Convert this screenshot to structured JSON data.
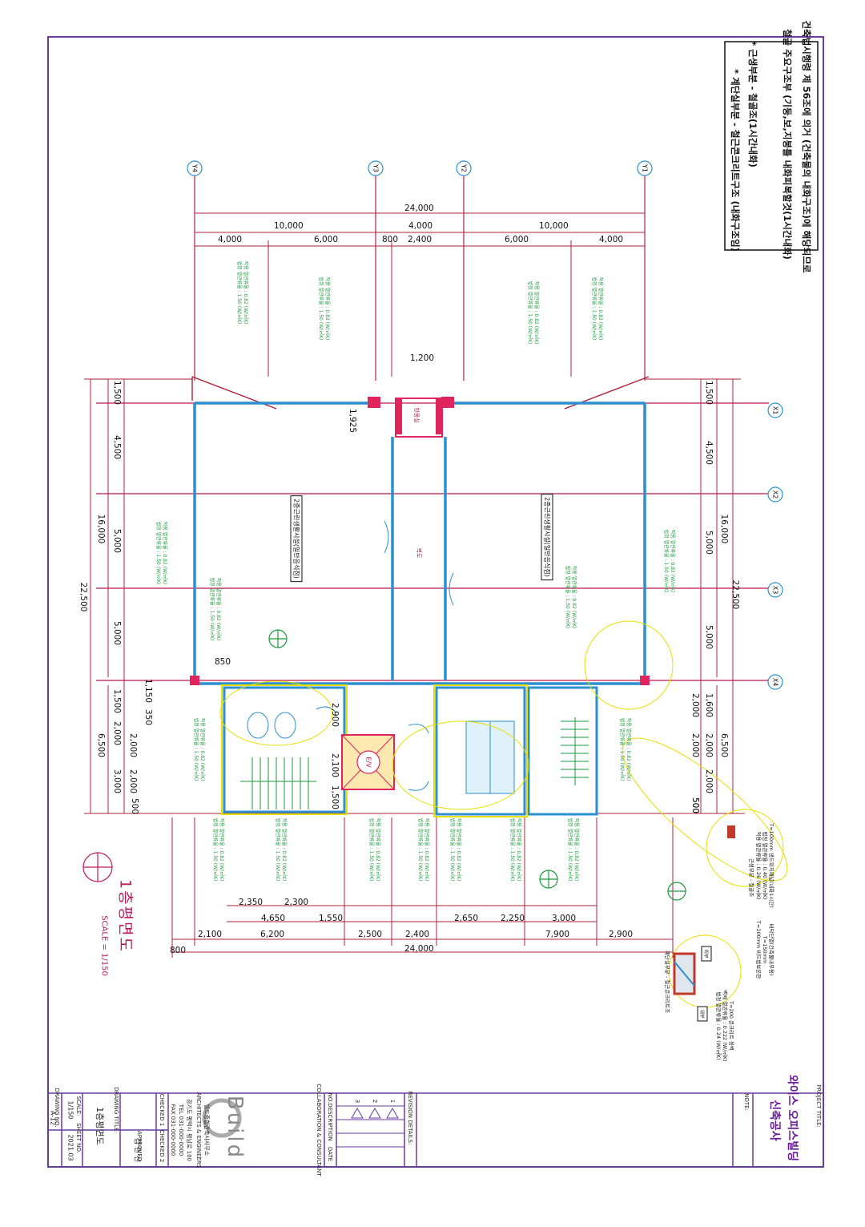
{
  "notes": {
    "line1": "건축법시행령 제 56조에 의거 (건축물의 내화구조)에 해당되므로",
    "line2": "철골 주요구조부 (기둥,보,지붕틀 내화피복할것(1시간내화)",
    "line3": "* 근생부분 - 철골조(1시간내화)",
    "line4": "* 계단실부분 - 철근콘크리트구조 (내화구조임)"
  },
  "grid_labels": {
    "y": [
      "Y1",
      "Y2",
      "Y3",
      "Y4"
    ],
    "x": [
      "X1",
      "X2",
      "X3",
      "X4"
    ]
  },
  "dims_top": {
    "total": "24,000",
    "left_group": "10,000",
    "mid_group": "4,000",
    "right_group": "10,000",
    "segs": [
      "4,000",
      "6,000",
      "800",
      "2,400",
      "6,000",
      "4,000"
    ],
    "door": "1,200"
  },
  "dims_left": {
    "total": "22,500",
    "sub": "16,000",
    "segs": [
      "1,500",
      "4,500",
      "5,000",
      "5,000"
    ],
    "lower": "6,500",
    "lower_segs": [
      "1,500",
      "2,000",
      "3,000"
    ],
    "inner": [
      "1,150",
      "350",
      "2,000",
      "2,000"
    ],
    "small": [
      "1,925",
      "850"
    ]
  },
  "dims_right": {
    "total": "22,500",
    "sub": "16,000",
    "segs": [
      "1,500",
      "4,500",
      "5,000",
      "5,000"
    ],
    "lower": "6,500",
    "lower_segs": [
      "1,600",
      "2,000",
      "2,000"
    ],
    "inner": [
      "2,000",
      "2,000",
      "500"
    ]
  },
  "dims_core": [
    "2,900",
    "2,100",
    "1,500",
    "500",
    "500"
  ],
  "dims_bottom": {
    "total": "24,000",
    "row1": [
      "2,350",
      "2,300",
      "2,650",
      "2,250",
      "3,000"
    ],
    "row2": [
      "4,650",
      "1,550"
    ],
    "row3": [
      "800",
      "2,100",
      "6,200",
      "2,500",
      "2,400",
      "7,900",
      "2,900"
    ]
  },
  "rooms": {
    "left": "2종근린생활시설(일반음식점)",
    "right": "2종근린생활시설(일반음식점)",
    "corridor": "복도",
    "lobby": "방풍실",
    "lift": "E/V"
  },
  "green_note": [
    "적용 열관류율 : 0.82 (W/㎡K)",
    "법정 열관류율 : 1.50 (W/㎡K)"
  ],
  "legend": {
    "a": [
      "T=100mm 샌드위치패널(내화1시간)",
      "법정 열관류율 : 0.40 (W/㎡K)",
      "적용 열관류율 : 0.26 (W/㎡K)"
    ],
    "b": [
      "근생부분 - 철골조"
    ],
    "c": [
      "바닥단열(건축물내부용)",
      "T=150mm",
      "T=100mm 비드법보온판"
    ],
    "d": [
      "계단실부분 - 철근콘크리트조"
    ],
    "e": [
      "T=200 콘크리트 옹벽",
      "벽체 열관류율 : 0.222 (W/㎡K)",
      "법정 열관류율 : 0.24 (W/㎡K)"
    ],
    "tags": [
      "외부",
      "내부"
    ]
  },
  "drawing": {
    "title": "1층평면도",
    "scale": "SCALE = 1/150"
  },
  "titleblock": {
    "project_label": "PROJECT TITLE:",
    "project_title_1": "와이스 오피스빌딩",
    "project_title_2": "신축공사",
    "note_label": "NOTE:",
    "revision_label": "REVISION DETAILS:",
    "rev_header": [
      "NO.",
      "DESCRIPTION",
      "DATE"
    ],
    "rev_rows": [
      "1",
      "2",
      "3"
    ],
    "collab_label": "COLLABORATION & CONSULTANT",
    "checked_label": "CHECKED 1",
    "checked2_label": "CHECKED 2",
    "approved_label": "APPROVED",
    "logo": "Build",
    "firm": "빌드종합건축사사무소",
    "firm_sub": "ARCHITECTS & ENGINEERS",
    "address": "경기도 평택시 평남로 100",
    "tel": "TEL 031-000-0000",
    "fax": "FAX 031-000-0000",
    "drawing_title_label": "DRAWING TITLE:",
    "drawing_title": "1층평면도",
    "scale_label": "SCALE:",
    "scale": "1/150",
    "sheet_label": "SHEET NO.",
    "sheet_date": "2021.03",
    "drawing_no_label": "DRAWING NO.",
    "drawing_no": "A-12",
    "drawn_by": "김 민 선"
  },
  "colors": {
    "frame": "#6a3aa0",
    "column": "#e0245e",
    "wall": "#2b8fd0",
    "dim": "#b0203a",
    "grid": "#c0184c",
    "note_green": "#1a9a3a",
    "yellow": "#e8e000"
  }
}
